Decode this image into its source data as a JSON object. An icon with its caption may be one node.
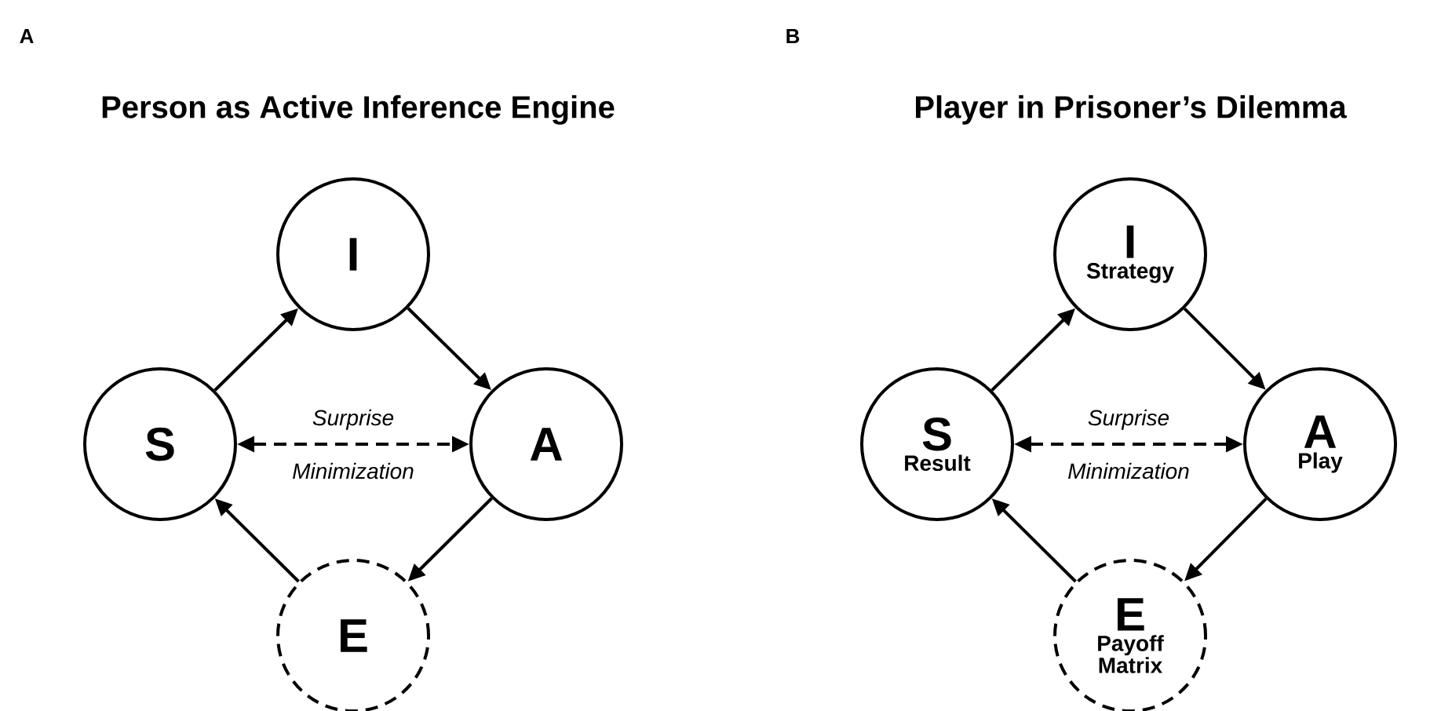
{
  "diagram": {
    "nodes": [
      {
        "text": [
          "I"
        ]
      },
      {
        "text": [
          "S"
        ]
      },
      {
        "text": [
          "A"
        ]
      },
      {
        "text": [
          "E"
        ]
      },
      {
        "text": [
          "I",
          "Strategy"
        ]
      },
      {
        "text": [
          "S",
          "Result"
        ]
      },
      {
        "text": [
          "A",
          "Play"
        ]
      },
      {
        "text": [
          "E",
          "Payoff Matrix"
        ]
      }
    ],
    "edges": [
      {
        "from": 1,
        "to": 0,
        "arrow": "to"
      },
      {
        "from": 0,
        "to": 2,
        "arrow": "to"
      },
      {
        "from": 2,
        "to": 3,
        "arrow": "to"
      },
      {
        "from": 3,
        "to": 1,
        "arrow": "to"
      },
      {
        "from": 1,
        "to": 2,
        "arrow": "both",
        "style": "dashed",
        "label": "Surprise Minimization"
      },
      {
        "from": 5,
        "to": 4,
        "arrow": "to"
      },
      {
        "from": 4,
        "to": 6,
        "arrow": "to"
      },
      {
        "from": 6,
        "to": 7,
        "arrow": "to"
      },
      {
        "from": 7,
        "to": 5,
        "arrow": "to"
      },
      {
        "from": 5,
        "to": 6,
        "arrow": "both",
        "style": "dashed",
        "label": "Surprise Minimization"
      }
    ],
    "labels": [
      "A",
      "Person as Active Inference Engine",
      "B",
      "Player in Prisoner’s Dilemma"
    ]
  }
}
